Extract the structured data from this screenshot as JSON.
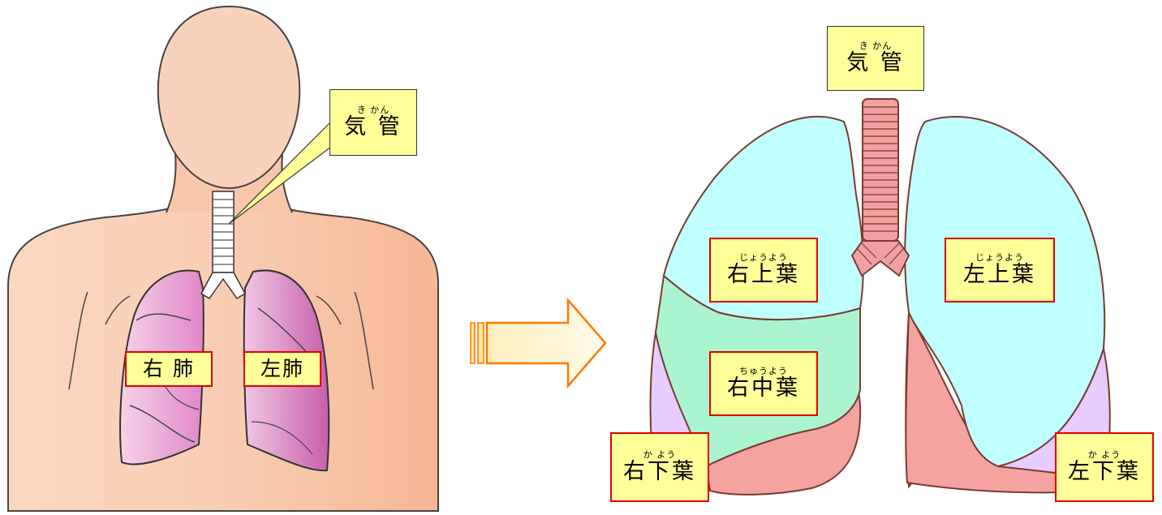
{
  "left_figure": {
    "trachea_label": {
      "ruby": "き  かん",
      "text": "気 管"
    },
    "right_lung_label": "右 肺",
    "left_lung_label": "左肺"
  },
  "right_figure": {
    "trachea_label": {
      "ruby": "き  かん",
      "text": "気 管"
    },
    "right_upper_lobe": {
      "ruby": "じょうよう",
      "text": "右上葉"
    },
    "left_upper_lobe": {
      "ruby": "じょうよう",
      "text": "左上葉"
    },
    "right_middle_lobe": {
      "ruby": "ちゅうよう",
      "text": "右中葉"
    },
    "right_lower_lobe": {
      "ruby": "か よう",
      "text": "右下葉"
    },
    "left_lower_lobe": {
      "ruby": "か よう",
      "text": "左下葉"
    }
  },
  "colors": {
    "skin": "#f8c9ac",
    "lung_pink": "#e8a5d8",
    "upper_lobe": "#bfffff",
    "middle_lobe": "#aaf5d0",
    "lower_lobe_red": "#f4a3a0",
    "lower_lobe_purple": "#e6ccff",
    "trachea_pink": "#f0a0a0",
    "arrow_orange": "#ff7a00",
    "label_yellow": "#ffff99",
    "label_border_red": "#e00000"
  }
}
